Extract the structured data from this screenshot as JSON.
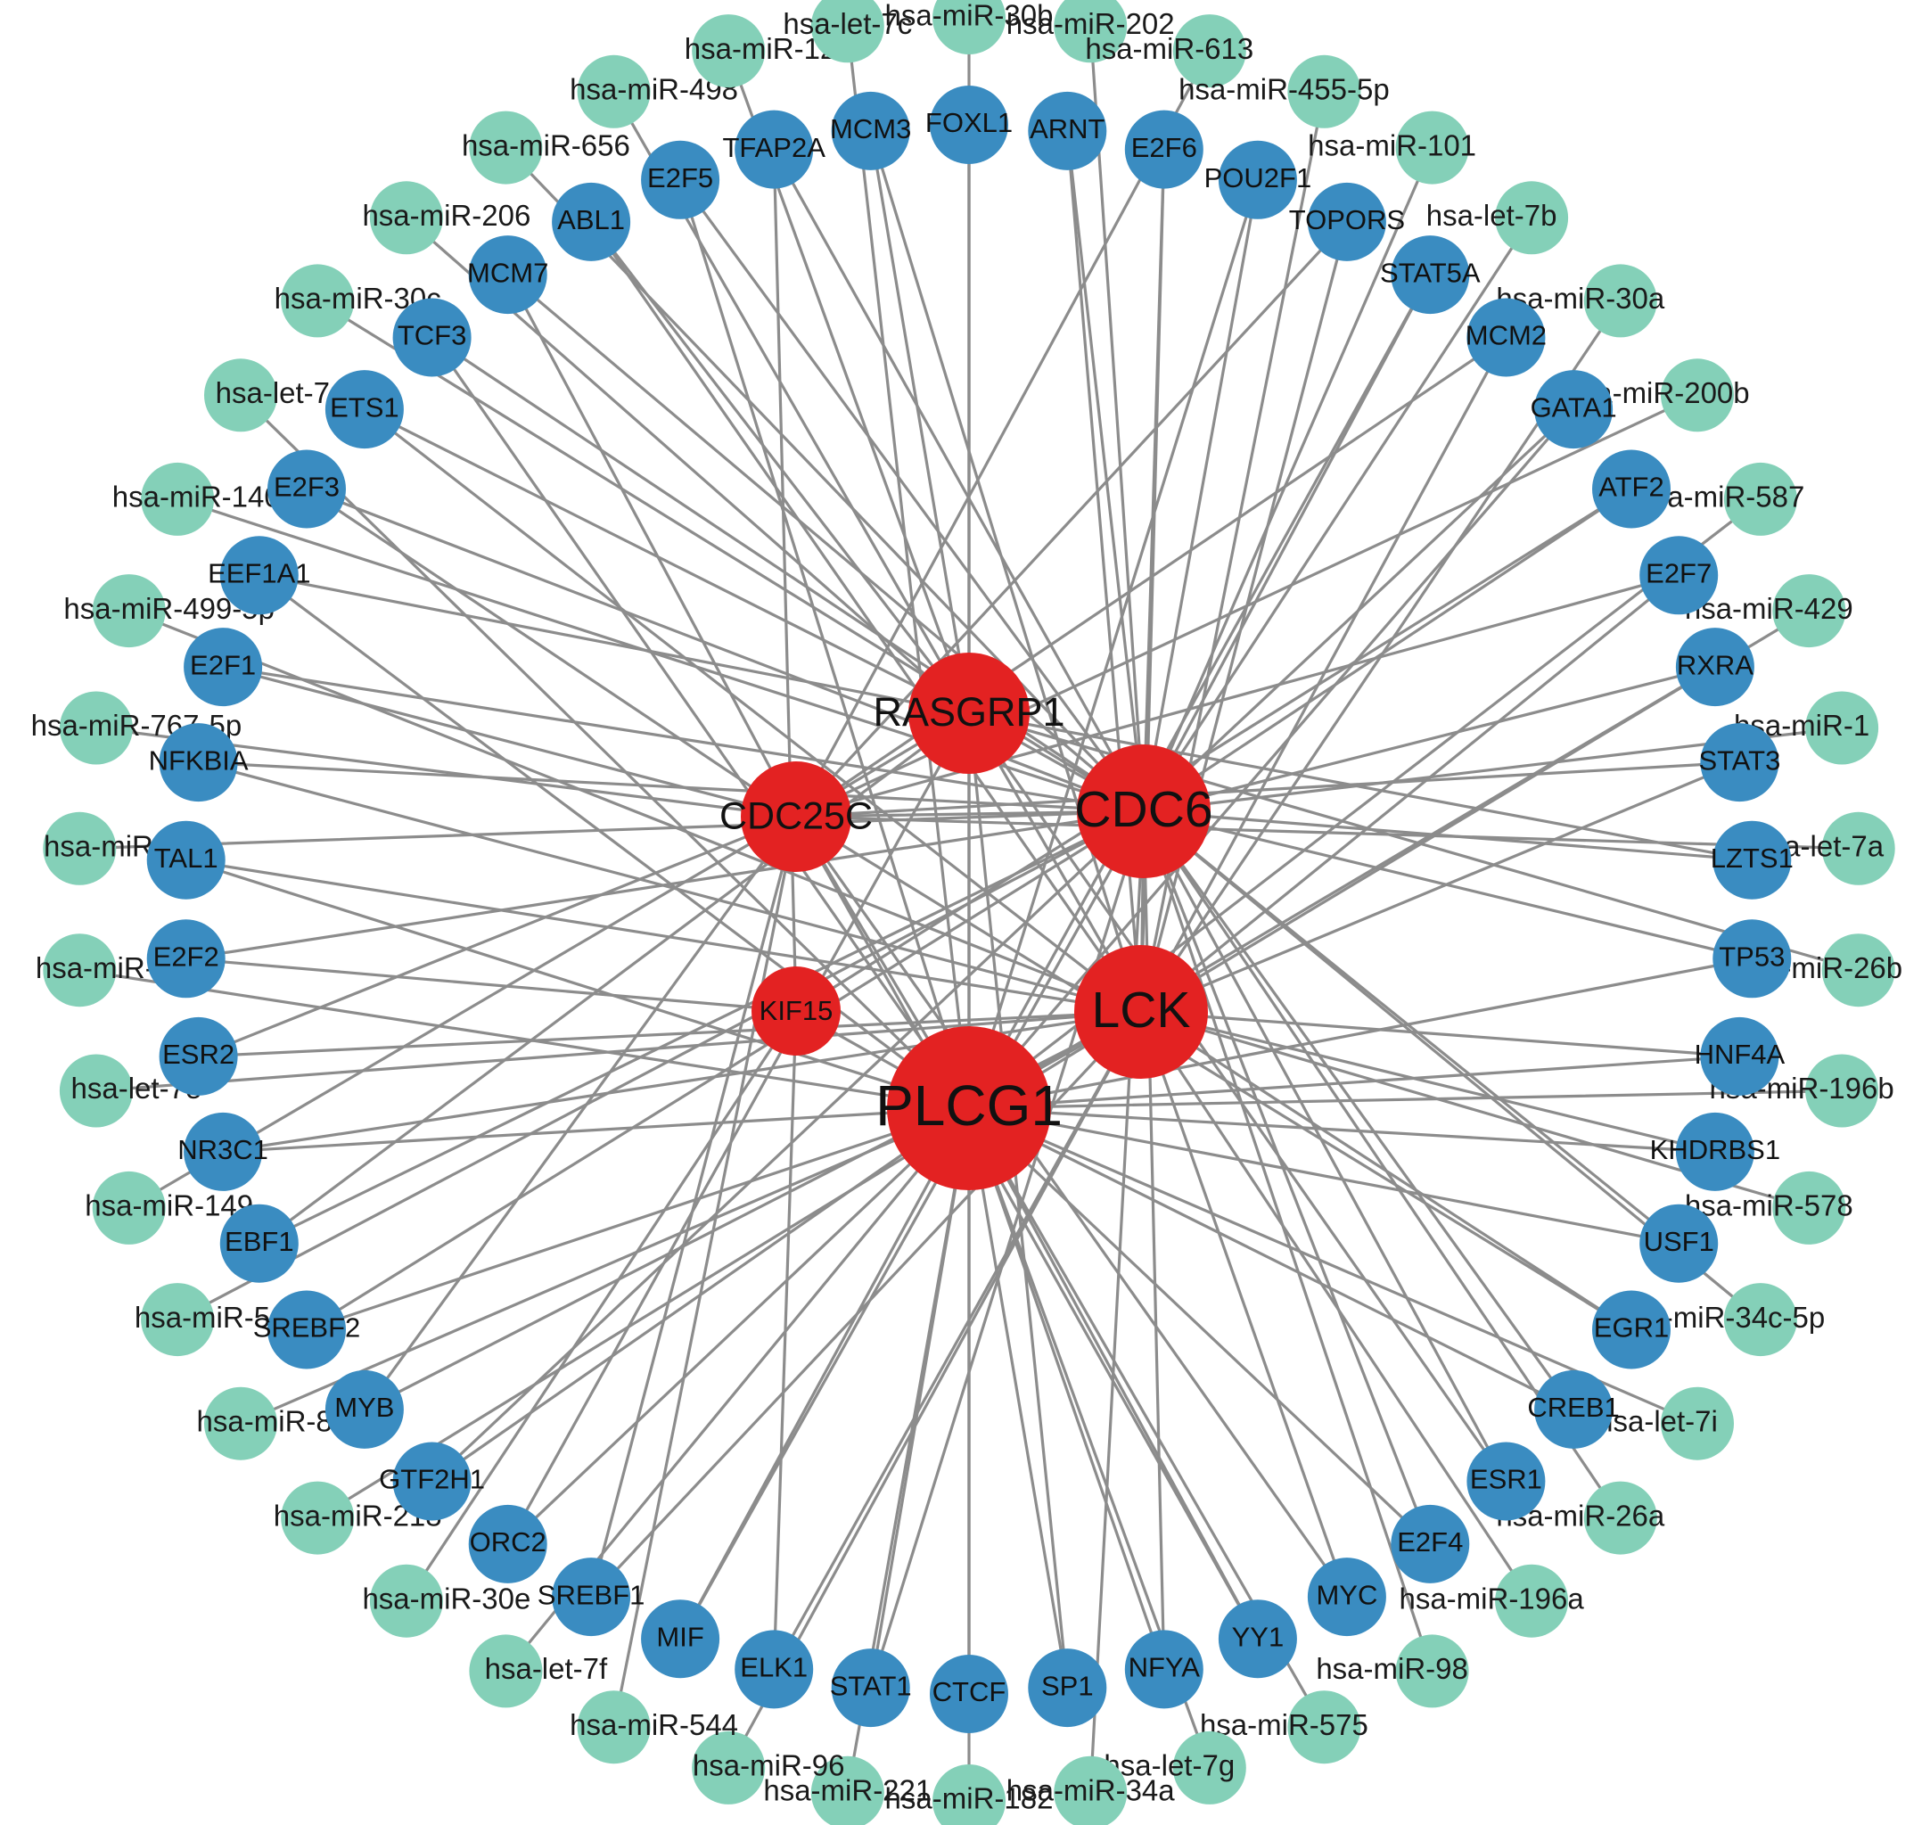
{
  "colors": {
    "hub": "#e32222",
    "tf": "#3a8cc1",
    "mirna": "#84d0b8",
    "edge": "#8c8c8c",
    "background": "#ffffff"
  },
  "hubs": [
    {
      "id": "RASGRP1",
      "label": "RASGRP1"
    },
    {
      "id": "CDC25C",
      "label": "CDC25C"
    },
    {
      "id": "CDC6",
      "label": "CDC6"
    },
    {
      "id": "KIF15",
      "label": "KIF15"
    },
    {
      "id": "LCK",
      "label": "LCK"
    },
    {
      "id": "PLCG1",
      "label": "PLCG1"
    }
  ],
  "tfs": [
    {
      "id": "FOXL1",
      "label": "FOXL1",
      "targets": [
        "RASGRP1",
        "PLCG1"
      ]
    },
    {
      "id": "ARNT",
      "label": "ARNT",
      "targets": [
        "CDC6",
        "LCK"
      ]
    },
    {
      "id": "E2F6",
      "label": "E2F6",
      "targets": [
        "CDC6",
        "LCK"
      ]
    },
    {
      "id": "POU2F1",
      "label": "POU2F1",
      "targets": [
        "CDC6",
        "PLCG1"
      ]
    },
    {
      "id": "TOPORS",
      "label": "TOPORS",
      "targets": [
        "LCK",
        "CDC25C"
      ]
    },
    {
      "id": "STAT5A",
      "label": "STAT5A",
      "targets": [
        "CDC6",
        "PLCG1"
      ]
    },
    {
      "id": "MCM2",
      "label": "MCM2",
      "targets": [
        "LCK",
        "CDC25C"
      ]
    },
    {
      "id": "GATA1",
      "label": "GATA1",
      "targets": [
        "CDC6",
        "PLCG1"
      ]
    },
    {
      "id": "ATF2",
      "label": "ATF2",
      "targets": [
        "CDC6",
        "KIF15"
      ]
    },
    {
      "id": "E2F7",
      "label": "E2F7",
      "targets": [
        "LCK",
        "CDC25C"
      ]
    },
    {
      "id": "RXRA",
      "label": "RXRA",
      "targets": [
        "CDC6",
        "PLCG1"
      ]
    },
    {
      "id": "STAT3",
      "label": "STAT3",
      "targets": [
        "LCK",
        "CDC25C"
      ]
    },
    {
      "id": "LZTS1",
      "label": "LZTS1",
      "targets": [
        "CDC6",
        "RASGRP1"
      ]
    },
    {
      "id": "TP53",
      "label": "TP53",
      "targets": [
        "CDC6",
        "PLCG1"
      ]
    },
    {
      "id": "HNF4A",
      "label": "HNF4A",
      "targets": [
        "LCK",
        "PLCG1"
      ]
    },
    {
      "id": "KHDRBS1",
      "label": "KHDRBS1",
      "targets": [
        "PLCG1",
        "LCK"
      ]
    },
    {
      "id": "USF1",
      "label": "USF1",
      "targets": [
        "CDC6",
        "PLCG1"
      ]
    },
    {
      "id": "EGR1",
      "label": "EGR1",
      "targets": [
        "LCK",
        "CDC25C"
      ]
    },
    {
      "id": "CREB1",
      "label": "CREB1",
      "targets": [
        "PLCG1",
        "CDC6"
      ]
    },
    {
      "id": "ESR1",
      "label": "ESR1",
      "targets": [
        "CDC6",
        "RASGRP1"
      ]
    },
    {
      "id": "E2F4",
      "label": "E2F4",
      "targets": [
        "CDC6",
        "PLCG1"
      ]
    },
    {
      "id": "MYC",
      "label": "MYC",
      "targets": [
        "LCK",
        "CDC25C"
      ]
    },
    {
      "id": "YY1",
      "label": "YY1",
      "targets": [
        "PLCG1",
        "CDC25C"
      ]
    },
    {
      "id": "NFYA",
      "label": "NFYA",
      "targets": [
        "CDC6",
        "PLCG1"
      ]
    },
    {
      "id": "SP1",
      "label": "SP1",
      "targets": [
        "PLCG1",
        "RASGRP1"
      ]
    },
    {
      "id": "CTCF",
      "label": "CTCF",
      "targets": [
        "PLCG1",
        "RASGRP1"
      ]
    },
    {
      "id": "STAT1",
      "label": "STAT1",
      "targets": [
        "CDC6",
        "PLCG1"
      ]
    },
    {
      "id": "ELK1",
      "label": "ELK1",
      "targets": [
        "LCK",
        "KIF15"
      ]
    },
    {
      "id": "MIF",
      "label": "MIF",
      "targets": [
        "PLCG1",
        "CDC6"
      ]
    },
    {
      "id": "SREBF1",
      "label": "SREBF1",
      "targets": [
        "CDC25C",
        "LCK"
      ]
    },
    {
      "id": "ORC2",
      "label": "ORC2",
      "targets": [
        "PLCG1",
        "RASGRP1"
      ]
    },
    {
      "id": "GTF2H1",
      "label": "GTF2H1",
      "targets": [
        "CDC6",
        "PLCG1"
      ]
    },
    {
      "id": "MYB",
      "label": "MYB",
      "targets": [
        "LCK",
        "CDC25C"
      ]
    },
    {
      "id": "SREBF2",
      "label": "SREBF2",
      "targets": [
        "PLCG1",
        "CDC6"
      ]
    },
    {
      "id": "EBF1",
      "label": "EBF1",
      "targets": [
        "CDC6",
        "RASGRP1"
      ]
    },
    {
      "id": "NR3C1",
      "label": "NR3C1",
      "targets": [
        "PLCG1",
        "LCK"
      ]
    },
    {
      "id": "ESR2",
      "label": "ESR2",
      "targets": [
        "LCK",
        "CDC25C"
      ]
    },
    {
      "id": "E2F2",
      "label": "E2F2",
      "targets": [
        "CDC6",
        "KIF15"
      ]
    },
    {
      "id": "TAL1",
      "label": "TAL1",
      "targets": [
        "PLCG1",
        "LCK"
      ]
    },
    {
      "id": "NFKBIA",
      "label": "NFKBIA",
      "targets": [
        "LCK",
        "CDC6"
      ]
    },
    {
      "id": "E2F1",
      "label": "E2F1",
      "targets": [
        "CDC6",
        "CDC25C"
      ]
    },
    {
      "id": "EEF1A1",
      "label": "EEF1A1",
      "targets": [
        "PLCG1",
        "RASGRP1"
      ]
    },
    {
      "id": "E2F3",
      "label": "E2F3",
      "targets": [
        "CDC6",
        "CDC25C"
      ]
    },
    {
      "id": "ETS1",
      "label": "ETS1",
      "targets": [
        "LCK",
        "RASGRP1"
      ]
    },
    {
      "id": "TCF3",
      "label": "TCF3",
      "targets": [
        "CDC6",
        "PLCG1"
      ]
    },
    {
      "id": "MCM7",
      "label": "MCM7",
      "targets": [
        "CDC6",
        "CDC25C"
      ]
    },
    {
      "id": "ABL1",
      "label": "ABL1",
      "targets": [
        "LCK",
        "RASGRP1"
      ]
    },
    {
      "id": "E2F5",
      "label": "E2F5",
      "targets": [
        "CDC6",
        "PLCG1"
      ]
    },
    {
      "id": "TFAP2A",
      "label": "TFAP2A",
      "targets": [
        "KIF15",
        "CDC6"
      ]
    },
    {
      "id": "MCM3",
      "label": "MCM3",
      "targets": [
        "LCK",
        "RASGRP1"
      ]
    }
  ],
  "mirnas": [
    {
      "id": "m1",
      "label": "hsa-miR-30b",
      "target": "RASGRP1"
    },
    {
      "id": "m2",
      "label": "hsa-miR-202",
      "target": "CDC6"
    },
    {
      "id": "m3",
      "label": "hsa-miR-613",
      "target": "CDC25C"
    },
    {
      "id": "m4",
      "label": "hsa-miR-455-5p",
      "target": "LCK"
    },
    {
      "id": "m5",
      "label": "hsa-miR-101",
      "target": "CDC6"
    },
    {
      "id": "m6",
      "label": "hsa-let-7b",
      "target": "CDC6"
    },
    {
      "id": "m7",
      "label": "hsa-miR-30a",
      "target": "LCK"
    },
    {
      "id": "m8",
      "label": "hsa-miR-200b",
      "target": "CDC25C"
    },
    {
      "id": "m9",
      "label": "hsa-miR-587",
      "target": "PLCG1"
    },
    {
      "id": "m10",
      "label": "hsa-miR-429",
      "target": "LCK"
    },
    {
      "id": "m11",
      "label": "hsa-miR-1",
      "target": "CDC6"
    },
    {
      "id": "m12",
      "label": "hsa-let-7a",
      "target": "CDC25C"
    },
    {
      "id": "m13",
      "label": "hsa-miR-26b",
      "target": "RASGRP1"
    },
    {
      "id": "m14",
      "label": "hsa-miR-196b",
      "target": "PLCG1"
    },
    {
      "id": "m15",
      "label": "hsa-miR-578",
      "target": "LCK"
    },
    {
      "id": "m16",
      "label": "hsa-miR-34c-5p",
      "target": "CDC6"
    },
    {
      "id": "m17",
      "label": "hsa-let-7i",
      "target": "PLCG1"
    },
    {
      "id": "m18",
      "label": "hsa-miR-26a",
      "target": "CDC6"
    },
    {
      "id": "m19",
      "label": "hsa-miR-196a",
      "target": "LCK"
    },
    {
      "id": "m20",
      "label": "hsa-miR-98",
      "target": "CDC6"
    },
    {
      "id": "m21",
      "label": "hsa-miR-575",
      "target": "PLCG1"
    },
    {
      "id": "m22",
      "label": "hsa-let-7g",
      "target": "PLCG1"
    },
    {
      "id": "m23",
      "label": "hsa-miR-34a",
      "target": "CDC6"
    },
    {
      "id": "m24",
      "label": "hsa-miR-182",
      "target": "PLCG1"
    },
    {
      "id": "m25",
      "label": "hsa-miR-221",
      "target": "PLCG1"
    },
    {
      "id": "m26",
      "label": "hsa-miR-96",
      "target": "LCK"
    },
    {
      "id": "m27",
      "label": "hsa-miR-544",
      "target": "CDC25C"
    },
    {
      "id": "m28",
      "label": "hsa-let-7f",
      "target": "PLCG1"
    },
    {
      "id": "m29",
      "label": "hsa-miR-30e",
      "target": "KIF15"
    },
    {
      "id": "m30",
      "label": "hsa-miR-218",
      "target": "LCK"
    },
    {
      "id": "m31",
      "label": "hsa-miR-874",
      "target": "PLCG1"
    },
    {
      "id": "m32",
      "label": "hsa-miR-511",
      "target": "CDC6"
    },
    {
      "id": "m33",
      "label": "hsa-miR-149",
      "target": "CDC25C"
    },
    {
      "id": "m34",
      "label": "hsa-let-7e",
      "target": "LCK"
    },
    {
      "id": "m35",
      "label": "hsa-miR-30d",
      "target": "PLCG1"
    },
    {
      "id": "m36",
      "label": "hsa-miR-21",
      "target": "CDC6"
    },
    {
      "id": "m37",
      "label": "hsa-miR-767-5p",
      "target": "CDC25C"
    },
    {
      "id": "m38",
      "label": "hsa-miR-499-5p",
      "target": "LCK"
    },
    {
      "id": "m39",
      "label": "hsa-miR-140-5p",
      "target": "CDC6"
    },
    {
      "id": "m40",
      "label": "hsa-let-7d",
      "target": "PLCG1"
    },
    {
      "id": "m41",
      "label": "hsa-miR-30c",
      "target": "CDC6"
    },
    {
      "id": "m42",
      "label": "hsa-miR-206",
      "target": "RASGRP1"
    },
    {
      "id": "m43",
      "label": "hsa-miR-656",
      "target": "CDC6"
    },
    {
      "id": "m44",
      "label": "hsa-miR-498",
      "target": "LCK"
    },
    {
      "id": "m45",
      "label": "hsa-miR-129",
      "target": "RASGRP1"
    },
    {
      "id": "m46",
      "label": "hsa-let-7c",
      "target": "PLCG1"
    }
  ]
}
